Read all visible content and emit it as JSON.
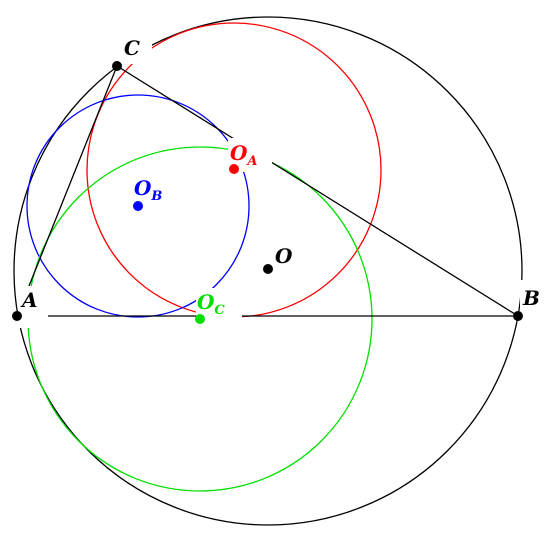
{
  "points": {
    "A": "A",
    "B": "B",
    "C": "C",
    "O": "O"
  },
  "centers": {
    "OA": {
      "base": "O",
      "sub": "A",
      "color": "#ff0000"
    },
    "OB": {
      "base": "O",
      "sub": "B",
      "color": "#0000ff"
    },
    "OC": {
      "base": "O",
      "sub": "C",
      "color": "#00e000"
    }
  },
  "colors": {
    "outline": "#000000",
    "red_circle": "#ff0000",
    "blue_circle": "#0000ff",
    "green_circle": "#00e000"
  }
}
